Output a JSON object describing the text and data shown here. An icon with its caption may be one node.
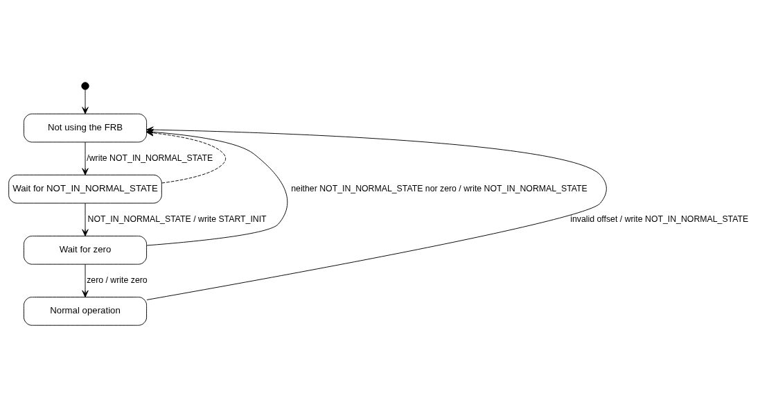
{
  "diagram": {
    "nodes": [
      {
        "text": [],
        "shape": "circle"
      },
      {
        "text": [
          "Not using the FRB"
        ]
      },
      {
        "text": [
          "Wait for NOT_IN_NORMAL_STATE"
        ]
      },
      {
        "text": [
          "Wait for zero"
        ]
      },
      {
        "text": [
          "Normal operation"
        ]
      }
    ],
    "edges": [
      {
        "from": 0,
        "to": 1,
        "arrow": "to"
      },
      {
        "from": 1,
        "to": 2,
        "arrow": "to",
        "label": "/write NOT_IN_NORMAL_STATE"
      },
      {
        "from": 2,
        "to": 1,
        "arrow": "to",
        "style": "dashed"
      },
      {
        "from": 2,
        "to": 3,
        "arrow": "to",
        "label": "NOT_IN_NORMAL_STATE / write START_INIT"
      },
      {
        "from": 3,
        "to": 1,
        "arrow": "to",
        "label": "neither NOT_IN_NORMAL_STATE nor zero / write NOT_IN_NORMAL_STATE"
      },
      {
        "from": 3,
        "to": 4,
        "arrow": "to",
        "label": "zero / write zero"
      },
      {
        "from": 4,
        "to": 1,
        "arrow": "to",
        "label": "invalid offset / write NOT_IN_NORMAL_STATE"
      }
    ]
  }
}
